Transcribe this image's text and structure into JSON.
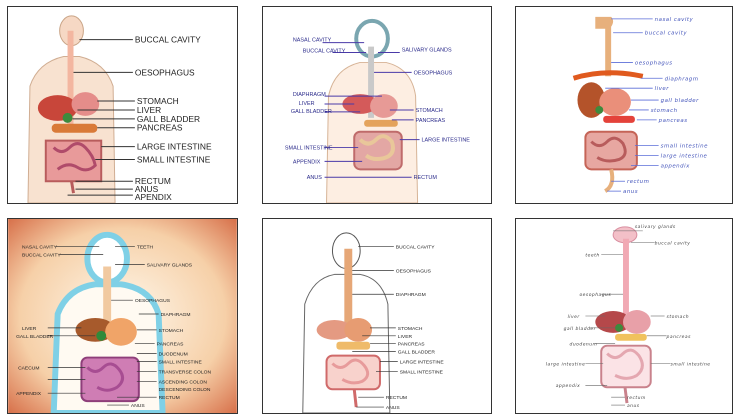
{
  "panels": [
    {
      "labels": [
        "BUCCAL CAVITY",
        "OESOPHAGUS",
        "STOMACH",
        "LIVER",
        "GALL BLADDER",
        "PANCREAS",
        "LARGE INTESTINE",
        "SMALL INTESTINE",
        "RECTUM",
        "ANUS",
        "APENDIX"
      ]
    },
    {
      "labels": [
        "NASAL CAVITY",
        "BUCCAL CAVITY",
        "SALIVARY GLANDS",
        "OESOPHAGUS",
        "DIAPHRAGM",
        "LIVER",
        "GALL BLADDER",
        "STOMACH",
        "PANCREAS",
        "LARGE INTESTINE",
        "SMALL INTESTINE",
        "APPENDIX",
        "ANUS",
        "RECTUM"
      ]
    },
    {
      "labels": [
        "nasal cavity",
        "buccal cavity",
        "oesophagus",
        "diaphragm",
        "liver",
        "gall bladder",
        "stomach",
        "pancreas",
        "small intestine",
        "large intestine",
        "appendix",
        "rectum",
        "anus"
      ]
    },
    {
      "labels": [
        "NASAL CAVITY",
        "BUCCAL CAVITY",
        "TEETH",
        "SALIVARY GLANDS",
        "OESOPHAGUS",
        "DIAPHRAGM",
        "LIVER",
        "GALL BLADDER",
        "STOMACH",
        "PANCREAS",
        "DUODENUM",
        "SMALL INTESTINE",
        "CAECUM",
        "TRANSVERSE COLON",
        "ASCENDING COLON",
        "DESCENDING COLON",
        "APPENDIX",
        "RECTUM",
        "ANUS"
      ]
    },
    {
      "labels": [
        "BUCCAL CAVITY",
        "OESOPHAGUS",
        "DIAPHRAGM",
        "STOMACH",
        "LIVER",
        "PANCREAS",
        "GALL BLADDER",
        "LARGE INTESTINE",
        "SMALL INTESTINE",
        "RECTUM",
        "ANUS"
      ]
    },
    {
      "labels": [
        "salivary glands",
        "buccal cavity",
        "teeth",
        "oesophagus",
        "liver",
        "gall bladder",
        "stomach",
        "pancreas",
        "duodenum",
        "large intestine",
        "small intestine",
        "appendix",
        "rectum",
        "anus"
      ]
    }
  ]
}
